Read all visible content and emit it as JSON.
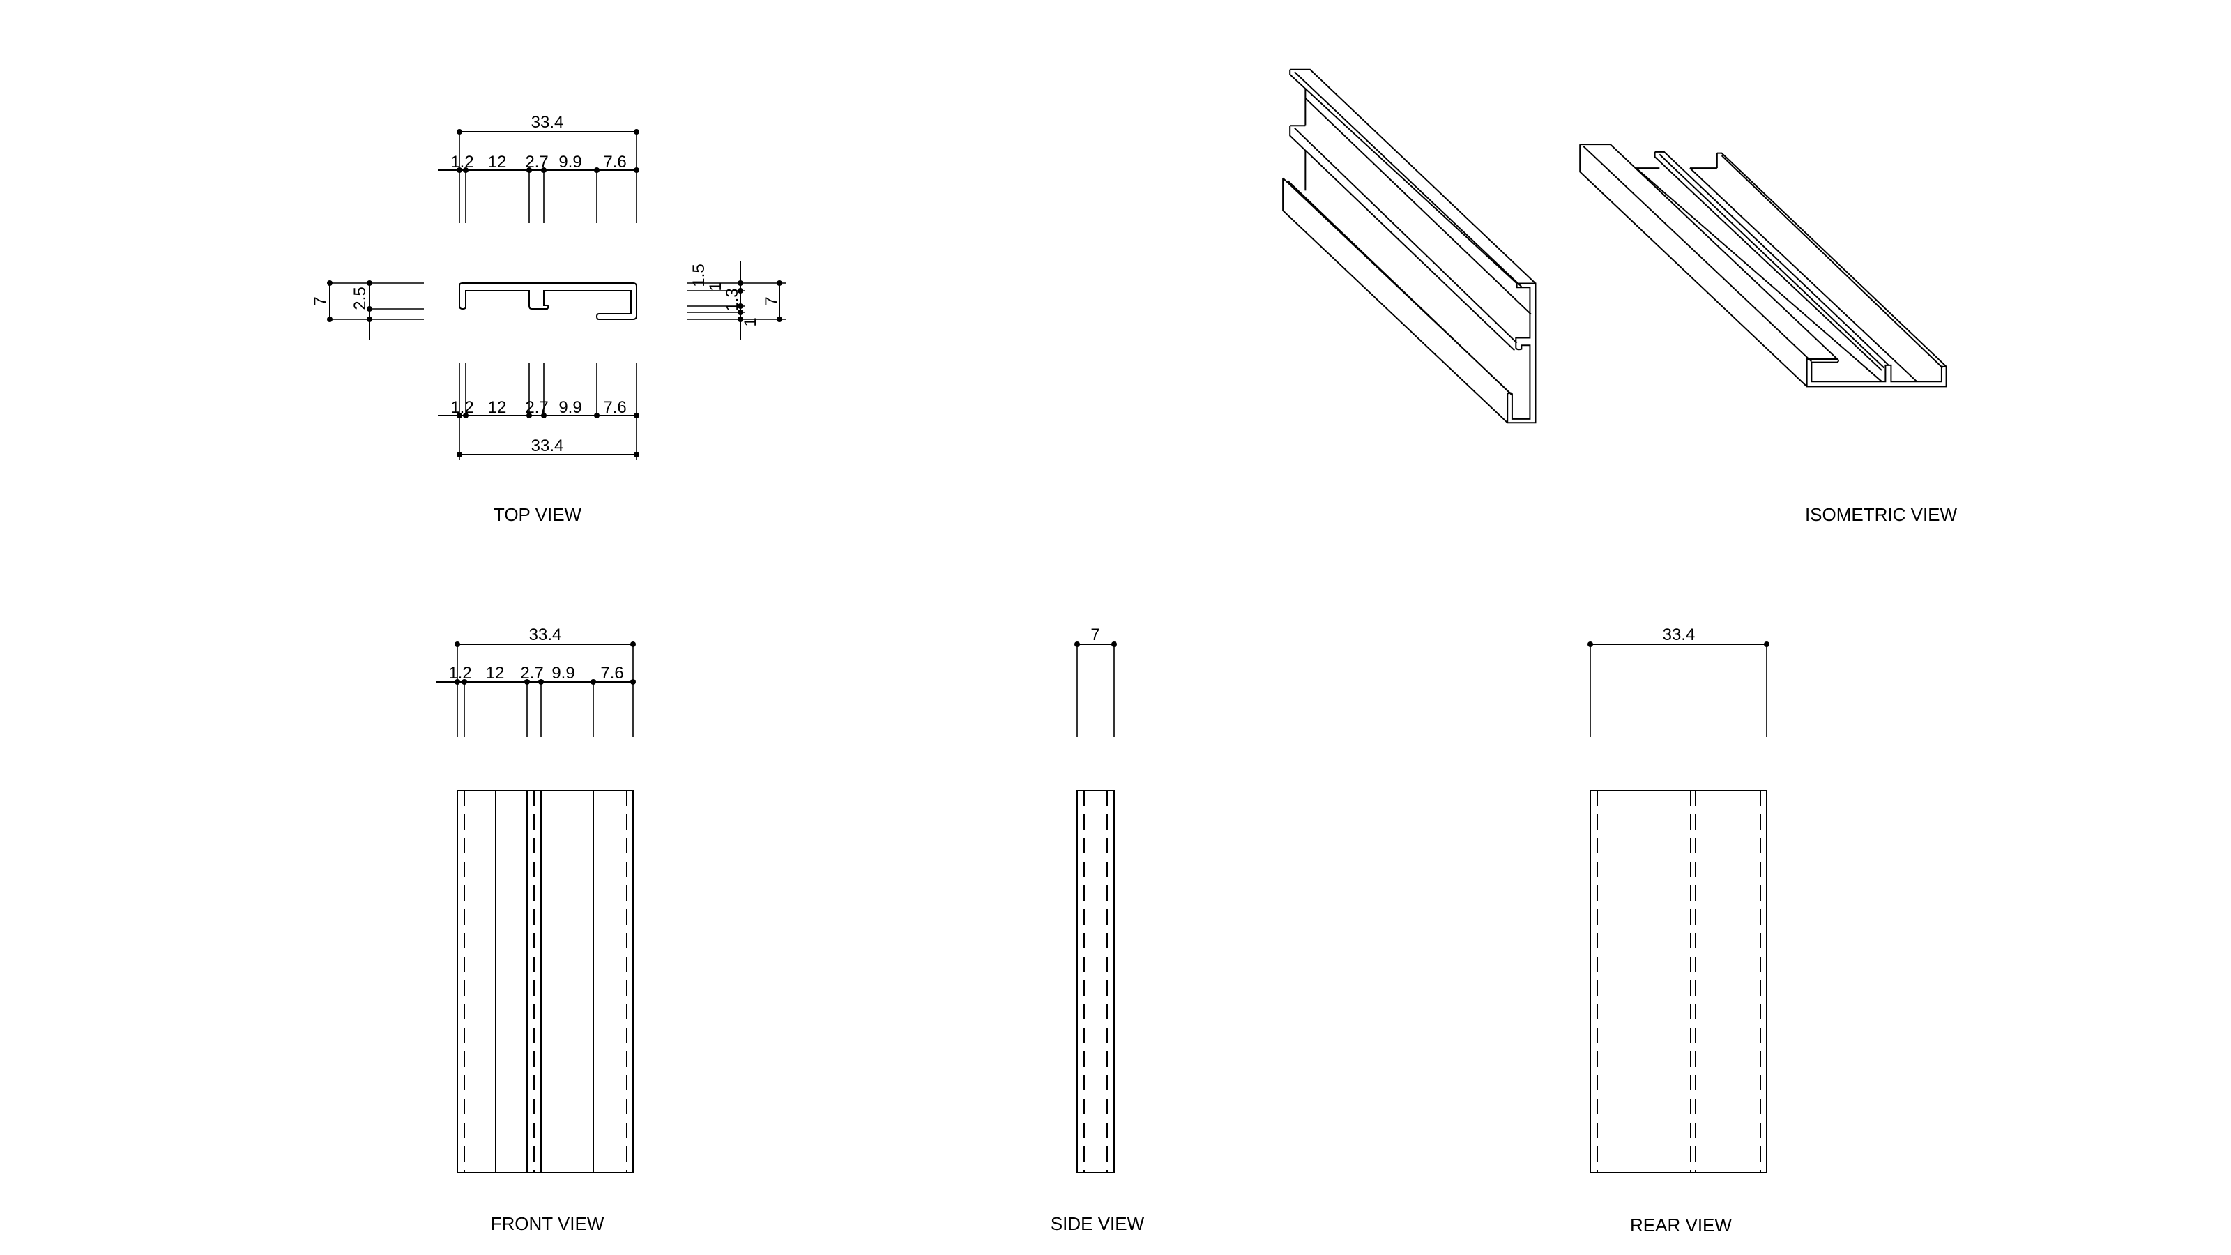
{
  "views": {
    "top": {
      "label": "TOP VIEW",
      "overall_width": "33.4",
      "segments": [
        "1.2",
        "12",
        "2.7",
        "9.9",
        "7.6"
      ],
      "left_height": "7",
      "left_sub": "2.5",
      "right_height": "7",
      "right_sub": [
        "1.5",
        "1",
        "1.3",
        "1"
      ]
    },
    "isometric": {
      "label": "ISOMETRIC VIEW"
    },
    "front": {
      "label": "FRONT VIEW",
      "overall_width": "33.4",
      "segments": [
        "1.2",
        "12",
        "2.7",
        "9.9",
        "7.6"
      ]
    },
    "side": {
      "label": "SIDE VIEW",
      "width": "7"
    },
    "rear": {
      "label": "REAR VIEW",
      "width": "33.4"
    }
  }
}
